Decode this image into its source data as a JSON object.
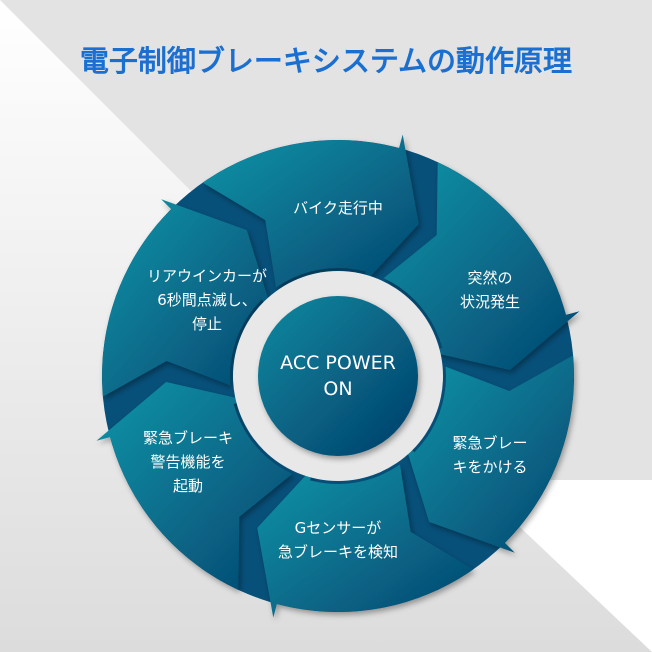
{
  "title": "電子制御ブレーキシステムの動作原理",
  "center": {
    "line1": "ACC POWER",
    "line2": "ON"
  },
  "steps": [
    {
      "lines": [
        "バイク走行中"
      ]
    },
    {
      "lines": [
        "突然の",
        "状況発生"
      ]
    },
    {
      "lines": [
        "緊急ブレー",
        "キをかける"
      ]
    },
    {
      "lines": [
        "Gセンサーが",
        "急ブレーキを検知"
      ]
    },
    {
      "lines": [
        "緊急ブレーキ",
        "警告機能を",
        "起動"
      ]
    },
    {
      "lines": [
        "リアウインカーが",
        "6秒間点滅し、",
        "停止"
      ]
    }
  ],
  "colors": {
    "title": "#1a6fd0",
    "teal": "#0a8fa3",
    "dark": "#064a74"
  }
}
